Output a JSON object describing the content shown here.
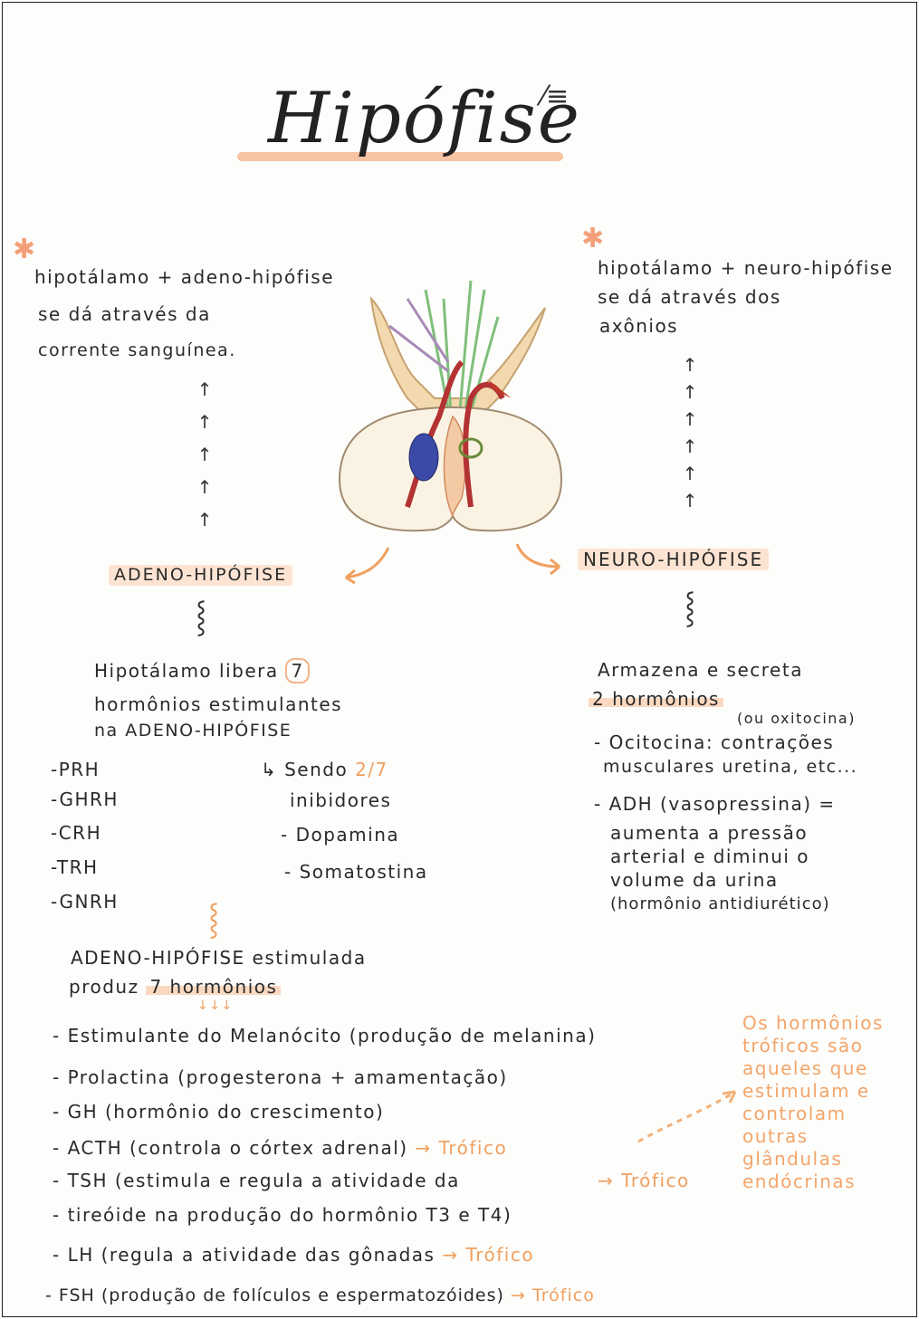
{
  "title": "Hipófise",
  "left_intro": [
    "hipotálamo + adeno-hipófise",
    "se dá através da",
    "corrente sanguínea."
  ],
  "right_intro": [
    "hipotálamo + neuro-hipófise",
    "se dá através dos",
    "axônios"
  ],
  "adeno_label": "ADENO-HIPÓFISE",
  "neuro_label": "NEURO-HIPÓFISE",
  "adeno_text": [
    "Hipotálamo libera",
    "hormônios estimulantes",
    "na ADENO-HIPÓFISE"
  ],
  "adeno_count": "7",
  "hormones_left": [
    "-PRH",
    "-GHRH",
    "-CRH",
    "-TRH",
    "-GNRH"
  ],
  "inhibitors": {
    "line1": "↳ Sendo",
    "fraction": "2/7",
    "line2": "inibidores",
    "items": [
      "- Dopamina",
      "- Somatostina"
    ]
  },
  "neuro_text": {
    "line1": "Armazena e secreta",
    "line2": "2 hormônios",
    "note": "(ou oxitocina)"
  },
  "neuro_hormones": [
    [
      "- Ocitocina: contrações",
      "musculares uretina, etc..."
    ],
    [
      "- ADH (vasopressina) =",
      "aumenta a pressão",
      "arterial e diminui o",
      "volume da urina",
      "(hormônio antidiurético)"
    ]
  ],
  "produce": {
    "line1": "ADENO-HIPÓFISE estimulada",
    "line2": "produz",
    "highlight": "7 hormônios",
    "small_arrows": "↓↓↓"
  },
  "hormone_list": [
    {
      "text": "- Estimulante do Melanócito (produção de melanina)",
      "tag": ""
    },
    {
      "text": "- Prolactina (progesterona + amamentação)",
      "tag": ""
    },
    {
      "text": "- GH (hormônio do crescimento)",
      "tag": ""
    },
    {
      "text": "- ACTH (controla o córtex adrenal)",
      "tag": "→ Trófico"
    },
    {
      "text": "- TSH (estimula e regula a atividade da",
      "tag": "→ Trófico"
    },
    {
      "text": "- tireóide na produção do hormônio T3 e T4)",
      "tag": ""
    },
    {
      "text": "- LH (regula a atividade das gônadas",
      "tag": "→ Trófico"
    },
    {
      "text": "- FSH (produção de folículos e espermatozóides)",
      "tag": "→ Trófico"
    }
  ],
  "side_note": [
    "Os hormônios",
    "tróficos são",
    "aqueles que",
    "estimulam e",
    "controlam",
    "outras",
    "glândulas",
    "endócrinas"
  ],
  "star_symbol": "✱",
  "up_arrow": "↑",
  "squiggle": "⸾",
  "colors": {
    "accent": "#f0a060",
    "highlight": "#fbd9c1",
    "ink": "#2a2a2a"
  }
}
